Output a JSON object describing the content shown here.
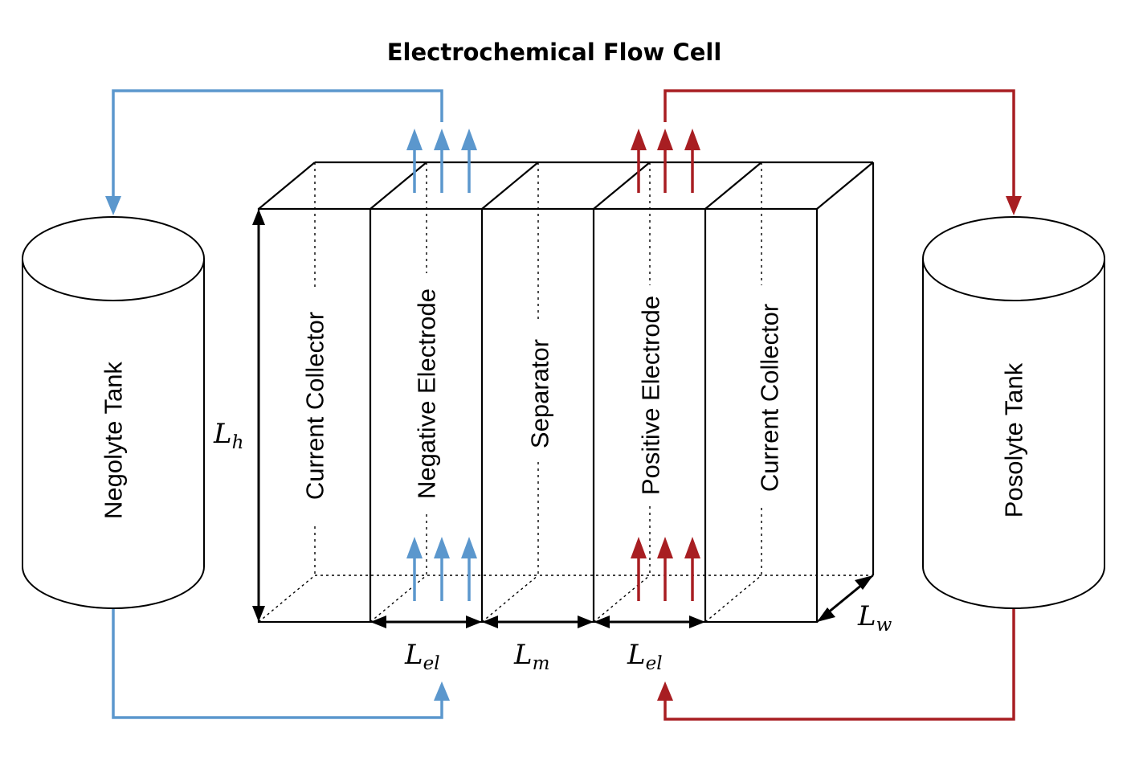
{
  "title": "Electrochemical Flow Cell",
  "tanks": {
    "negative_label": "Negolyte Tank",
    "positive_label": "Posolyte Tank"
  },
  "layers": [
    {
      "label": "Current Collector"
    },
    {
      "label": "Negative Electrode"
    },
    {
      "label": "Separator"
    },
    {
      "label": "Positive Electrode"
    },
    {
      "label": "Current Collector"
    }
  ],
  "dimensions": {
    "height": {
      "main": "L",
      "sub": "h"
    },
    "width": {
      "main": "L",
      "sub": "w"
    },
    "electrode_left": {
      "main": "L",
      "sub": "el"
    },
    "membrane": {
      "main": "L",
      "sub": "m"
    },
    "electrode_right": {
      "main": "L",
      "sub": "el"
    }
  },
  "colors": {
    "negolyte_flow": "#5b97cd",
    "posolyte_flow": "#a81e22",
    "outline": "#000000"
  }
}
